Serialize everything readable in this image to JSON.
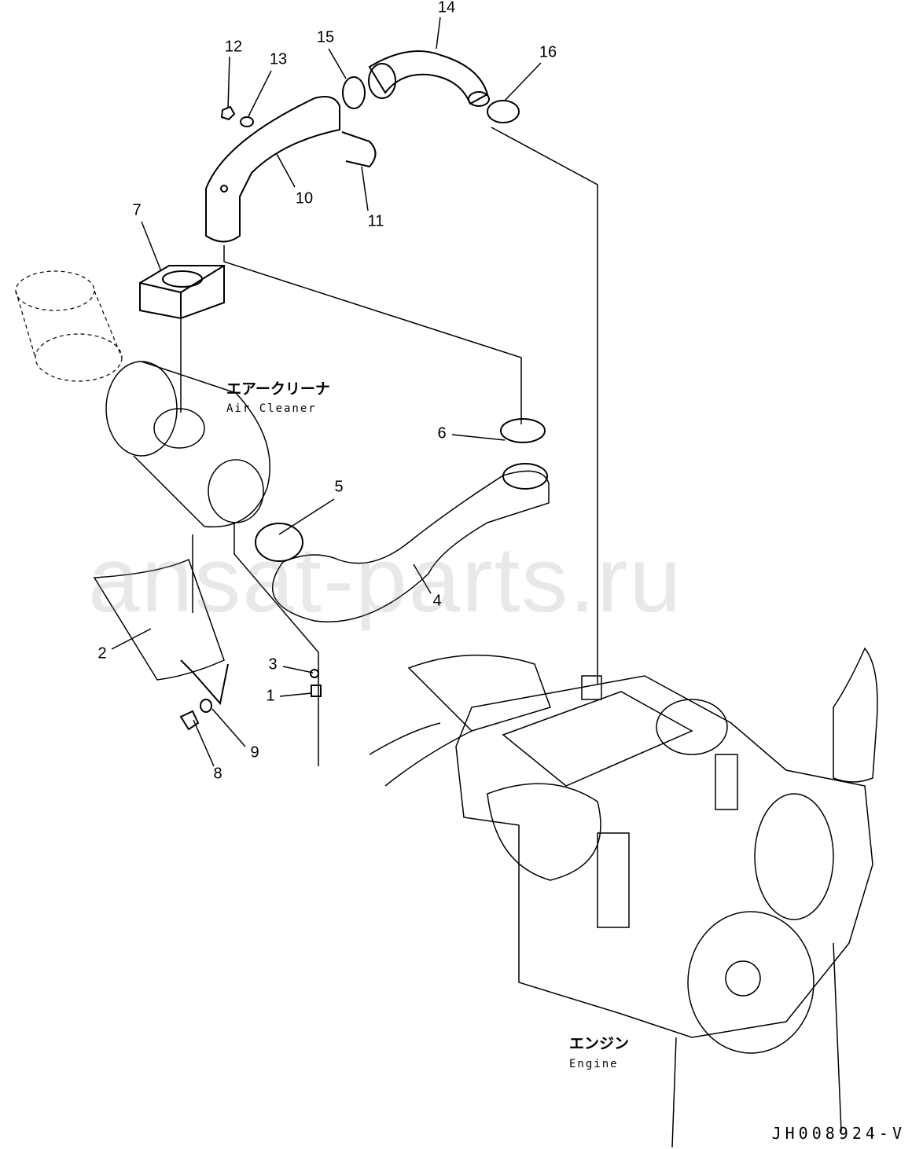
{
  "parts": [
    {
      "id": "1",
      "label": "1"
    },
    {
      "id": "2",
      "label": "2"
    },
    {
      "id": "3",
      "label": "3"
    },
    {
      "id": "4",
      "label": "4"
    },
    {
      "id": "5",
      "label": "5"
    },
    {
      "id": "6",
      "label": "6"
    },
    {
      "id": "7",
      "label": "7"
    },
    {
      "id": "8",
      "label": "8"
    },
    {
      "id": "9",
      "label": "9"
    },
    {
      "id": "10",
      "label": "10"
    },
    {
      "id": "11",
      "label": "11"
    },
    {
      "id": "12",
      "label": "12"
    },
    {
      "id": "13",
      "label": "13"
    },
    {
      "id": "14",
      "label": "14"
    },
    {
      "id": "15",
      "label": "15"
    },
    {
      "id": "16",
      "label": "16"
    }
  ],
  "air_cleaner": {
    "jp": "エアークリーナ",
    "en": "Air Cleaner"
  },
  "engine": {
    "jp": "エンジン",
    "en": "Engine"
  },
  "drawing_code": "JH008924-V",
  "watermark": "ansat-parts.ru"
}
